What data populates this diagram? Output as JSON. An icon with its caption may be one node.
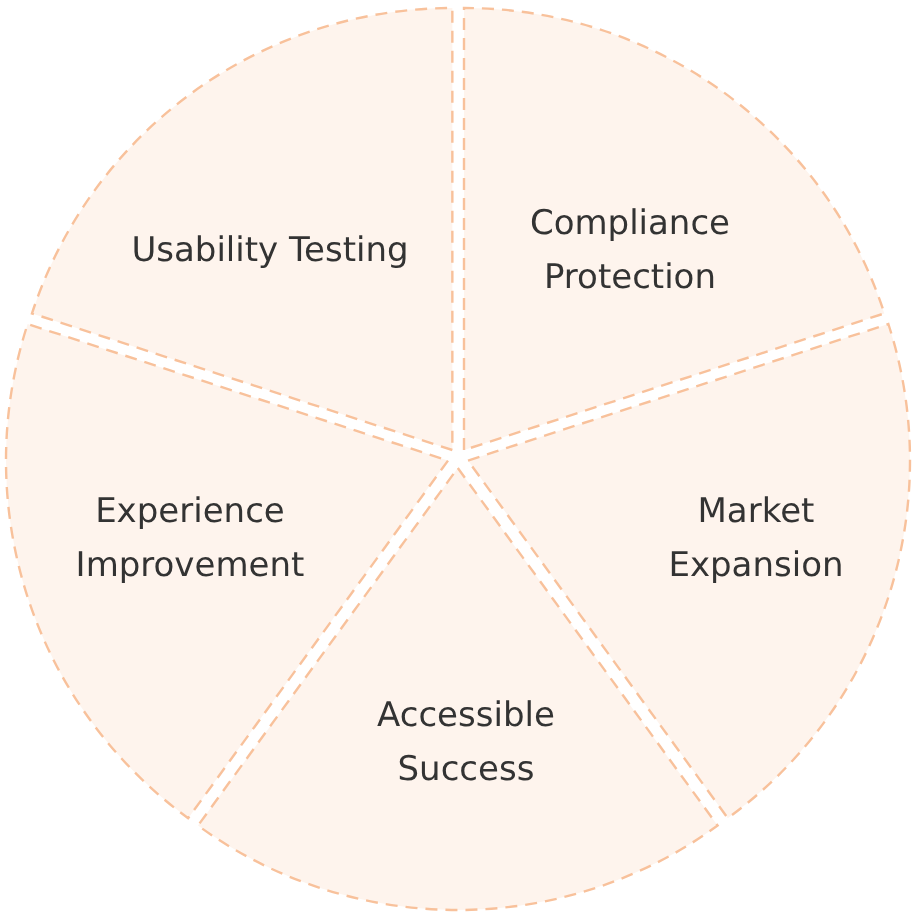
{
  "diagram": {
    "nodes": [
      {
        "text": [
          "Usability Testing"
        ]
      },
      {
        "text": [
          "Compliance Protection"
        ]
      },
      {
        "text": [
          "Experience Improvement"
        ]
      },
      {
        "text": [
          "Market Expansion"
        ]
      },
      {
        "text": [
          "Accessible Success"
        ]
      }
    ]
  }
}
